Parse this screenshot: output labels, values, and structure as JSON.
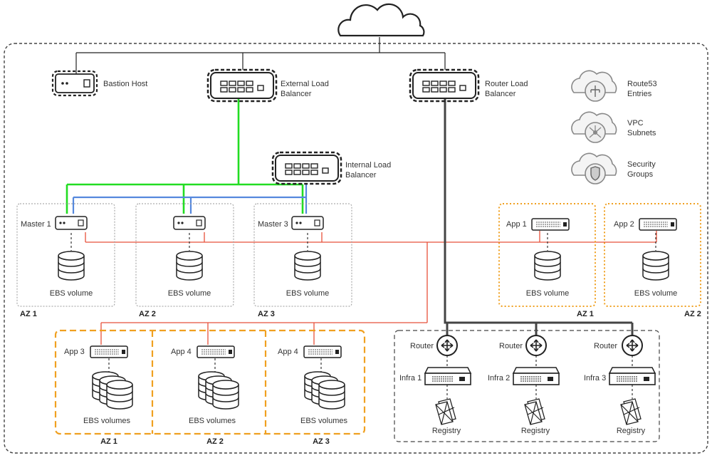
{
  "colors": {
    "green": "#22dd22",
    "blue": "#5588dd",
    "red": "#e8503a",
    "dark": "#444444",
    "orange": "#f0a020"
  },
  "icons": [
    "cloud-icon",
    "firewall-icon",
    "load-balancer-icon",
    "server-icon",
    "switch-icon",
    "database-icon",
    "router-icon",
    "storage-server-icon",
    "registry-icon",
    "route53-icon",
    "vpc-icon",
    "security-icon"
  ],
  "top": {
    "bastion": "Bastion Host",
    "ext_lb": [
      "External Load",
      "Balancer"
    ],
    "router_lb": [
      "Router Load",
      "Balancer"
    ],
    "int_lb": [
      "Internal Load",
      "Balancer"
    ]
  },
  "legend": [
    [
      "Route53",
      "Entries"
    ],
    [
      "VPC",
      "Subnets"
    ],
    [
      "Security",
      "Groups"
    ]
  ],
  "masters": [
    {
      "name": "Master 1",
      "volume": "EBS volume",
      "az": "AZ 1"
    },
    {
      "name": "",
      "volume": "EBS volume",
      "az": "AZ 2"
    },
    {
      "name": "Master 3",
      "volume": "EBS volume",
      "az": "AZ 3"
    }
  ],
  "right_apps": [
    {
      "name": "App 1",
      "volume": "EBS volume",
      "az": "AZ 1"
    },
    {
      "name": "App  2",
      "volume": "EBS volume",
      "az": "AZ 2"
    }
  ],
  "bottom_apps": [
    {
      "name": "App  3",
      "volume": "EBS volumes",
      "az": "AZ 1"
    },
    {
      "name": "App  4",
      "volume": "EBS volumes",
      "az": "AZ 2"
    },
    {
      "name": "App  4",
      "volume": "EBS volumes",
      "az": "AZ 3"
    }
  ],
  "infra": [
    {
      "router": "Router",
      "name": "Infra 1",
      "registry": "Registry"
    },
    {
      "router": "Router",
      "name": "Infra 2",
      "registry": "Registry"
    },
    {
      "router": "Router",
      "name": "Infra 3",
      "registry": "Registry"
    }
  ]
}
